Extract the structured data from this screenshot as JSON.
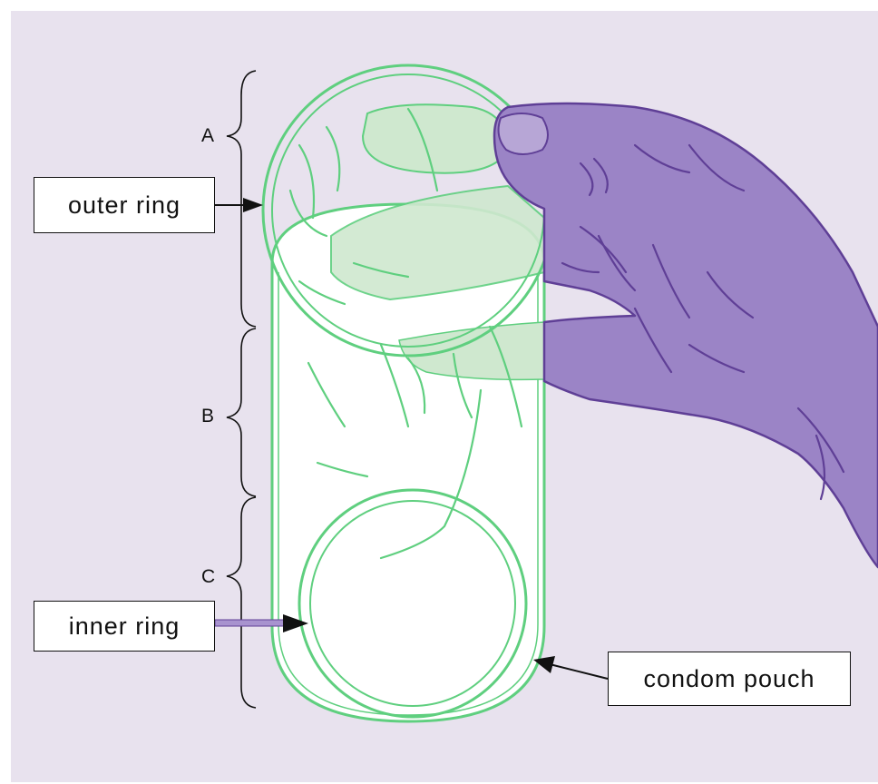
{
  "labels": {
    "outer_ring": "outer ring",
    "inner_ring": "inner ring",
    "condom_pouch": "condom pouch"
  },
  "sections": {
    "a": "A",
    "b": "B",
    "c": "C"
  },
  "colors": {
    "background": "#e8e2ee",
    "ring_stroke": "#5fcf7f",
    "hand_fill": "#9b84c6",
    "hand_stroke": "#5f3f96",
    "pouch_fill": "#ffffff",
    "tint_green": "#cfe8cf"
  }
}
